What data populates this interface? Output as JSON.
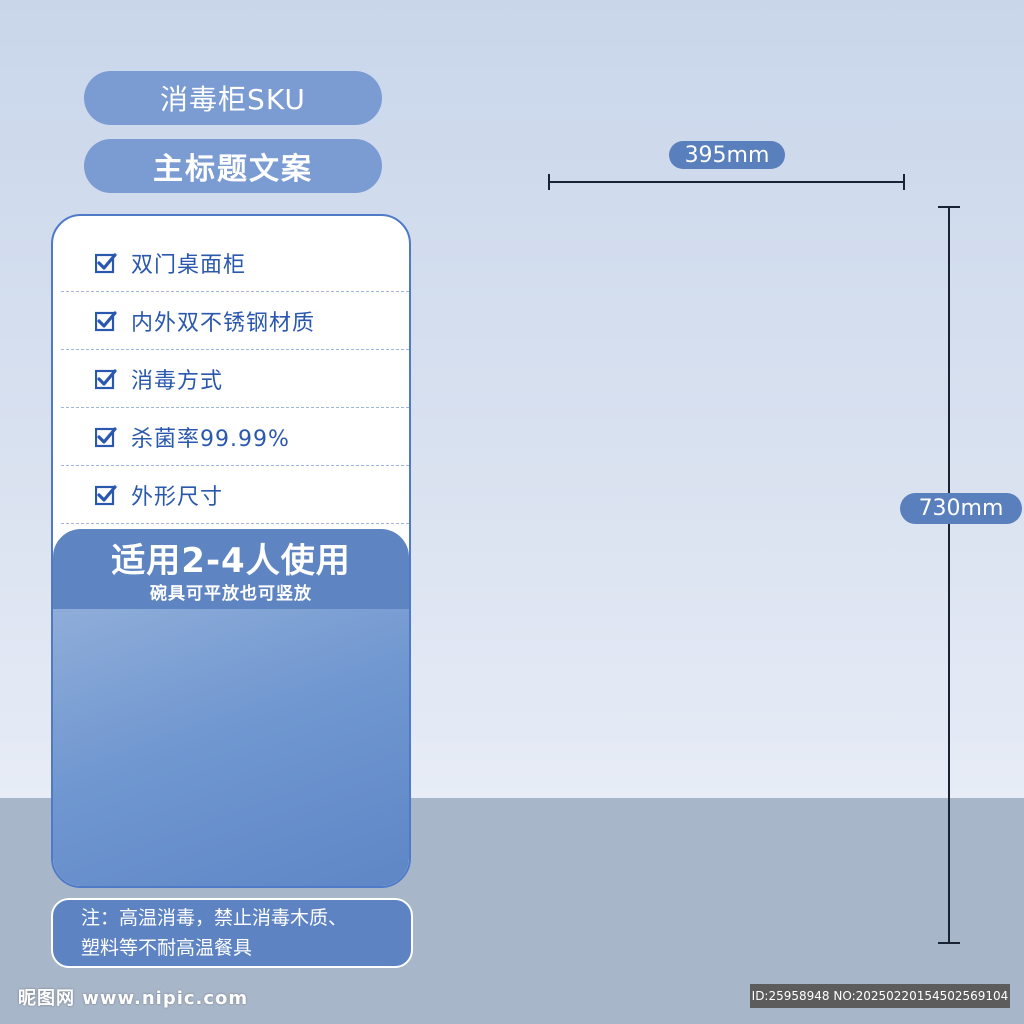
{
  "header": {
    "sku_label": "消毒柜SKU",
    "title_label": "主标题文案"
  },
  "features": [
    {
      "label": "双门桌面柜"
    },
    {
      "label": "内外双不锈钢材质"
    },
    {
      "label": "消毒方式"
    },
    {
      "label": "杀菌率99.99%"
    },
    {
      "label": "外形尺寸"
    }
  ],
  "usage": {
    "title": "适用2-4人使用",
    "subtitle": "碗具可平放也可竖放"
  },
  "note": {
    "line1": "注：高温消毒，禁止消毒木质、",
    "line2": "塑料等不耐高温餐具"
  },
  "dimensions": {
    "width_label": "395mm",
    "height_label": "730mm"
  },
  "watermark": {
    "site": "昵图网 www.nipic.com",
    "id": "ID:25958948 NO:20250220154502569104"
  },
  "colors": {
    "accent": "#5a7fbd",
    "check": "#2a58ae"
  },
  "icons": {
    "check": "check-icon"
  }
}
